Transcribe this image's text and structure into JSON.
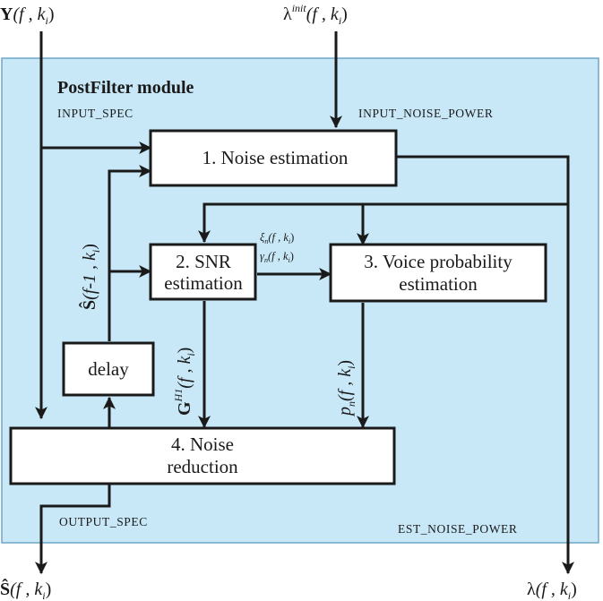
{
  "module": {
    "title": "PostFilter module",
    "colors": {
      "module_fill": "#c8e8f8",
      "module_stroke": "#6fa6c6",
      "line": "#1a1a1a",
      "box_fill": "#ffffff"
    }
  },
  "ports": {
    "input_spec": "INPUT_SPEC",
    "input_noise_power": "INPUT_NOISE_POWER",
    "output_spec": "OUTPUT_SPEC",
    "est_noise_power": "EST_NOISE_POWER"
  },
  "blocks": {
    "noise_estimation": "1. Noise estimation",
    "snr_estimation": {
      "line1": "2. SNR",
      "line2": "estimation"
    },
    "voice_probability": {
      "line1": "3. Voice probability",
      "line2": "estimation"
    },
    "noise_reduction": {
      "line1": "4. Noise",
      "line2": "reduction"
    },
    "delay": "delay"
  },
  "signals": {
    "y_input": {
      "base": "Y",
      "args": "(f , k",
      "sub": "i",
      "close": ")"
    },
    "lambda_init": {
      "base": "λ",
      "sup": "init",
      "args": "(f , k",
      "sub": "i",
      "close": ")"
    },
    "s_prev": {
      "base": "Ŝ",
      "args": "(f-1 , k",
      "sub": "i",
      "close": ")"
    },
    "xi": {
      "base": "ξ",
      "subn": "n",
      "args": "(f , k",
      "sub": "i",
      "close": ")"
    },
    "gamma": {
      "base": "γ",
      "subn": "n",
      "args": "(f , k",
      "sub": "i",
      "close": ")"
    },
    "gain": {
      "base": "G",
      "sup": "H1",
      "args": "(f , k",
      "sub": "i",
      "close": ")"
    },
    "pn": {
      "base": "p",
      "subn": "n",
      "args": "(f , k",
      "sub": "i",
      "close": ")"
    },
    "s_output": {
      "base": "Ŝ",
      "args": "(f , k",
      "sub": "i",
      "close": ")"
    },
    "lambda_output": {
      "base": "λ",
      "args": "(f , k",
      "sub": "i",
      "close": ")"
    }
  }
}
